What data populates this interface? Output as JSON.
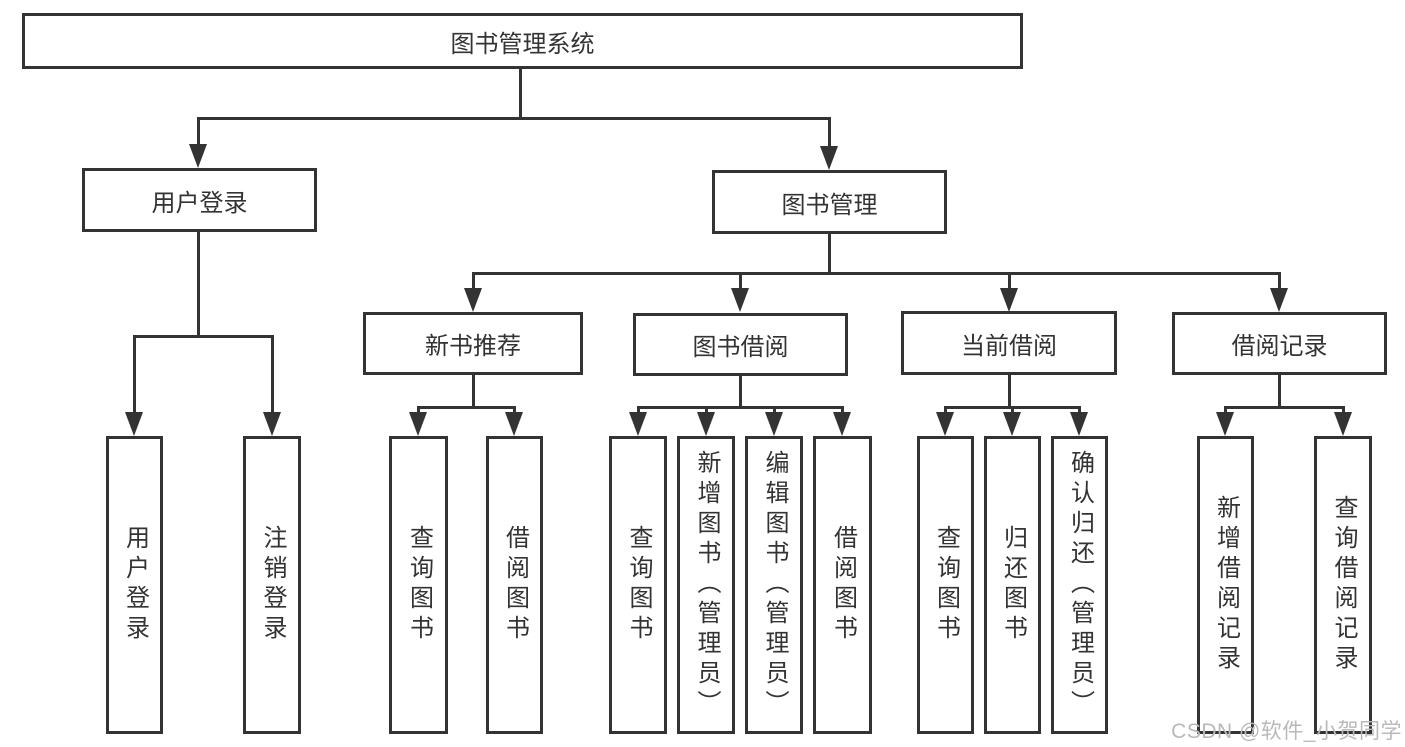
{
  "diagram": {
    "title_node": {
      "label": "图书管理系统"
    },
    "level2": [
      {
        "label": "用户登录"
      },
      {
        "label": "图书管理"
      }
    ],
    "level3": [
      {
        "label": "新书推荐"
      },
      {
        "label": "图书借阅"
      },
      {
        "label": "当前借阅"
      },
      {
        "label": "借阅记录"
      }
    ],
    "leaves": {
      "user_login": [
        "用户登录",
        "注销登录"
      ],
      "new_books": [
        "查询图书",
        "借阅图书"
      ],
      "book_borrow": [
        "查询图书",
        "新增图书（管理员）",
        "编辑图书（管理员）",
        "借阅图书"
      ],
      "current_borrow": [
        "查询图书",
        "归还图书",
        "确认归还（管理员）"
      ],
      "borrow_records": [
        "新增借阅记录",
        "查询借阅记录"
      ]
    }
  },
  "watermark": {
    "text": "CSDN @软件_小贺同学"
  },
  "colors": {
    "line": "#333333",
    "text": "#333333",
    "background": "#ffffff",
    "watermark": "#b9b9b9"
  }
}
